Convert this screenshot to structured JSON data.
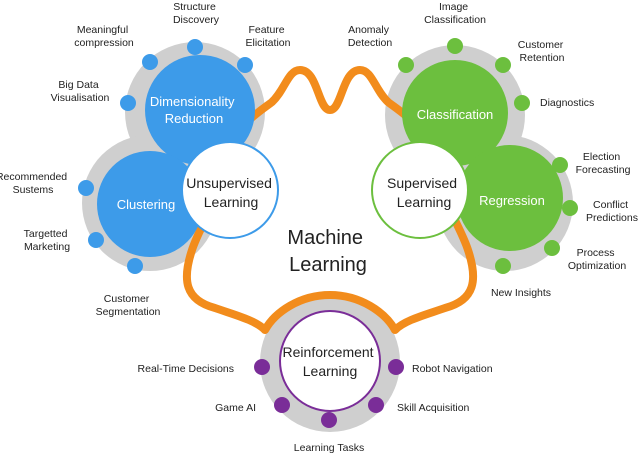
{
  "colors": {
    "unsupervised": "#3d9be9",
    "supervised": "#6cbf3e",
    "reinforcement": "#7a2d98",
    "ring": "#cfcfcf",
    "path": "#f28c1c"
  },
  "center": {
    "line1": "Machine",
    "line2": "Learning"
  },
  "unsupervised": {
    "hub": {
      "line1": "Unsupervised",
      "line2": "Learning"
    },
    "dimensionality": {
      "line1": "Dimensionality",
      "line2": "Reduction"
    },
    "clustering": "Clustering",
    "labels": {
      "structure_discovery": [
        "Structure",
        "Discovery"
      ],
      "meaningful_compression": [
        "Meaningful",
        "compression"
      ],
      "feature_elicitation": [
        "Feature",
        "Elicitation"
      ],
      "big_data_visualisation": [
        "Big Data",
        "Visualisation"
      ],
      "recommended_systems": [
        "Recommended",
        "Sustems"
      ],
      "targetted_marketing": [
        "Targetted",
        "Marketing"
      ],
      "customer_segmentation": [
        "Customer",
        "Segmentation"
      ]
    }
  },
  "supervised": {
    "hub": {
      "line1": "Supervised",
      "line2": "Learning"
    },
    "classification": "Classification",
    "regression": "Regression",
    "labels": {
      "anomaly_detection": [
        "Anomaly",
        "Detection"
      ],
      "image_classification": [
        "Image",
        "Classification"
      ],
      "customer_retention": [
        "Customer",
        "Retention"
      ],
      "diagnostics": [
        "Diagnostics"
      ],
      "election_forecasting": [
        "Election",
        "Forecasting"
      ],
      "conflict_predictions": [
        "Conflict",
        "Predictions"
      ],
      "process_optimization": [
        "Process",
        "Optimization"
      ],
      "new_insights": [
        "New Insights"
      ]
    }
  },
  "reinforcement": {
    "hub": {
      "line1": "Reinforcement",
      "line2": "Learning"
    },
    "labels": {
      "real_time_decisions": [
        "Real-Time Decisions"
      ],
      "robot_navigation": [
        "Robot Navigation"
      ],
      "game_ai": [
        "Game AI"
      ],
      "skill_acquisition": [
        "Skill Acquisition"
      ],
      "learning_tasks": [
        "Learning Tasks"
      ]
    }
  }
}
